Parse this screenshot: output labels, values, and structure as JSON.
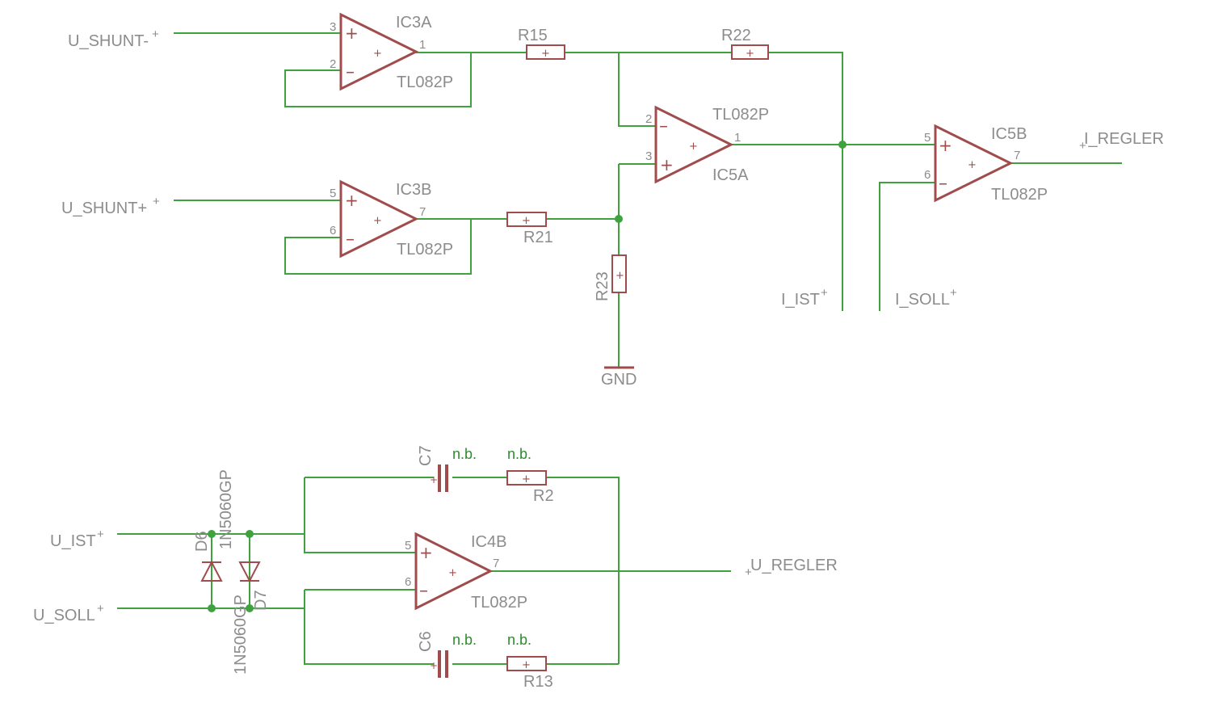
{
  "colors": {
    "wire": "#3fa23f",
    "part": "#a04c4c",
    "text": "#8c8c8c",
    "value_text": "#2e8b2e"
  },
  "nets": {
    "u_shunt_minus": "U_SHUNT-",
    "u_shunt_plus": "U_SHUNT+",
    "i_ist": "I_IST",
    "i_soll": "I_SOLL",
    "i_regler": "I_REGLER",
    "gnd": "GND",
    "u_ist": "U_IST",
    "u_soll": "U_SOLL",
    "u_regler": "U_REGLER"
  },
  "opamps": {
    "ic3a": {
      "name": "IC3A",
      "value": "TL082P",
      "pin_plus": "3",
      "pin_minus": "2",
      "pin_out": "1"
    },
    "ic3b": {
      "name": "IC3B",
      "value": "TL082P",
      "pin_plus": "5",
      "pin_minus": "6",
      "pin_out": "7"
    },
    "ic5a": {
      "name": "IC5A",
      "value": "TL082P",
      "pin_plus": "3",
      "pin_minus": "2",
      "pin_out": "1"
    },
    "ic5b": {
      "name": "IC5B",
      "value": "TL082P",
      "pin_plus": "5",
      "pin_minus": "6",
      "pin_out": "7"
    },
    "ic4b": {
      "name": "IC4B",
      "value": "TL082P",
      "pin_plus": "5",
      "pin_minus": "6",
      "pin_out": "7"
    }
  },
  "resistors": {
    "r15": {
      "name": "R15"
    },
    "r22": {
      "name": "R22"
    },
    "r21": {
      "name": "R21"
    },
    "r23": {
      "name": "R23"
    },
    "r2": {
      "name": "R2",
      "value": "n.b."
    },
    "r13": {
      "name": "R13",
      "value": "n.b."
    }
  },
  "capacitors": {
    "c7": {
      "name": "C7",
      "value": "n.b."
    },
    "c6": {
      "name": "C6",
      "value": "n.b."
    }
  },
  "diodes": {
    "d6": {
      "name": "D6",
      "value": "1N5060GP"
    },
    "d7": {
      "name": "D7",
      "value": "1N5060GP"
    }
  }
}
